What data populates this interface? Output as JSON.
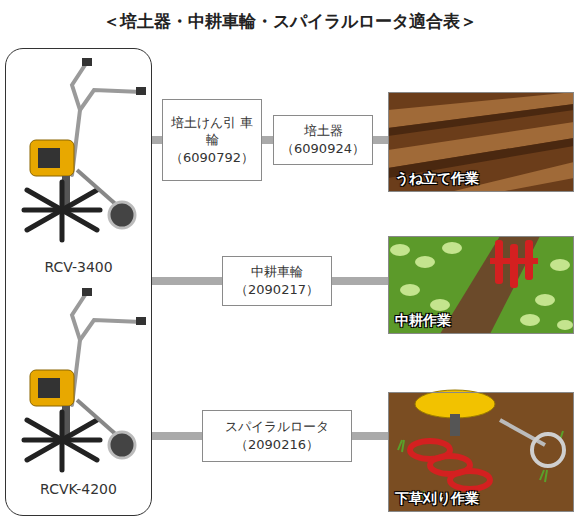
{
  "diagram": {
    "title": "＜培土器・中耕車輪・スパイラルロータ適合表＞",
    "nodes": [
      {
        "text": [
          "RCV-3400",
          "RCVK-4200"
        ]
      },
      {
        "text": [
          "培土けん引 車輪",
          "（6090792）"
        ]
      },
      {
        "text": [
          "培土器",
          "（6090924）"
        ]
      },
      {
        "text": [
          "うね立て作業"
        ]
      },
      {
        "text": [
          "中耕車輪",
          "（2090217）"
        ]
      },
      {
        "text": [
          "中耕作業"
        ]
      },
      {
        "text": [
          "スパイラルロータ",
          "（2090216）"
        ]
      },
      {
        "text": [
          "下草刈り作業"
        ]
      }
    ],
    "edges": [
      {
        "from": 0,
        "to": 1,
        "arrow": "none"
      },
      {
        "from": 1,
        "to": 2,
        "arrow": "none"
      },
      {
        "from": 2,
        "to": 3,
        "arrow": "none"
      },
      {
        "from": 0,
        "to": 4,
        "arrow": "none"
      },
      {
        "from": 4,
        "to": 5,
        "arrow": "none"
      },
      {
        "from": 0,
        "to": 6,
        "arrow": "none"
      },
      {
        "from": 6,
        "to": 7,
        "arrow": "none"
      }
    ]
  }
}
